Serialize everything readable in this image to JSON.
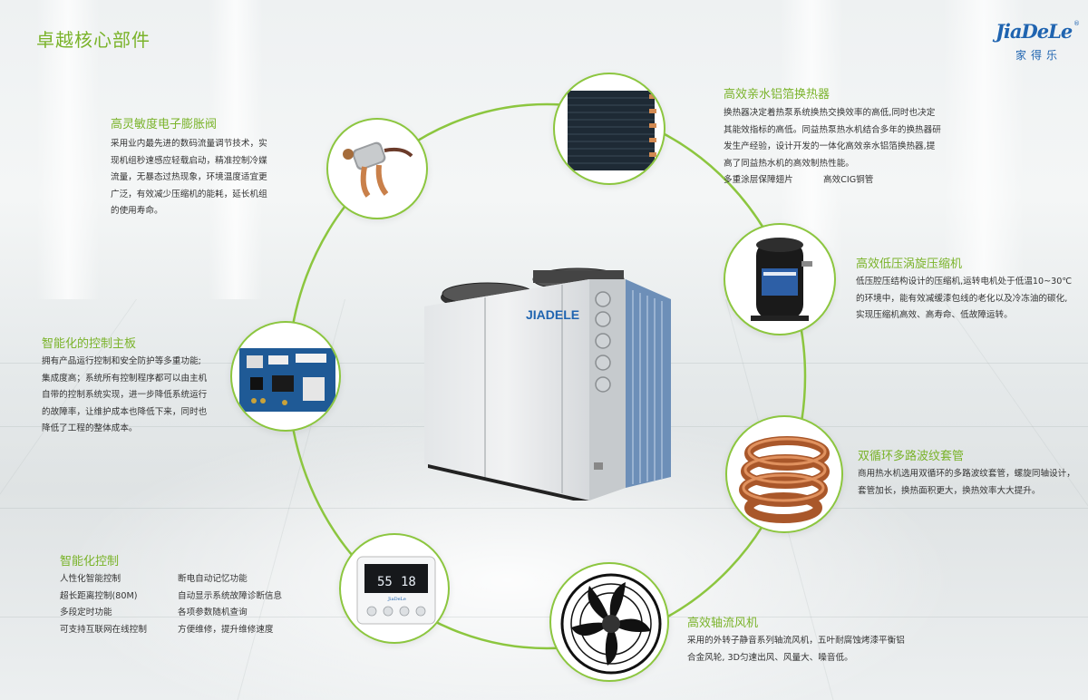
{
  "page": {
    "title": "卓越核心部件"
  },
  "brand": {
    "logo_text": "JiaDeLe",
    "logo_cn": "家得乐",
    "reg_mark": "®",
    "unit_label": "JIADELE",
    "accent_color": "#8cc63f",
    "title_color": "#7ab32a",
    "brand_color": "#1f64b0"
  },
  "sections": {
    "valve": {
      "title": "高灵敏度电子膨胀阀",
      "lines": [
        "采用业内最先进的数码流量调节技术，实",
        "现机组秒速感应轻载启动，精准控制冷媒",
        "流量，无暴态过热现象，环境温度适宜更",
        "广泛，有效减少压缩机的能耗，延长机组",
        "的使用寿命。"
      ],
      "icon": "expansion-valve"
    },
    "exchanger": {
      "title": "高效亲水铝箔换热器",
      "lines": [
        "换热器决定着热泵系统换热交换效率的高低,同时也决定",
        "其能效指标的高低。同益热泵热水机结合多年的换热器研",
        "发生产经验，设计开发的一体化高效亲水铝箔换热器,提",
        "高了同益热水机的高效制热性能。"
      ],
      "feature_a": "多重涂层保障翅片",
      "feature_b": "高效CIG铜管",
      "icon": "heat-exchanger"
    },
    "compressor": {
      "title": "高效低压涡旋压缩机",
      "lines": [
        "低压腔压结构设计的压缩机,运转电机处于低温10~30℃",
        "的环境中，能有效减缓漆包线的老化以及冷冻油的碳化,",
        "实现压缩机高效、高寿命、低故障运转。"
      ],
      "icon": "compressor"
    },
    "control_board": {
      "title": "智能化的控制主板",
      "lines": [
        "拥有产品运行控制和安全防护等多重功能;",
        "集成度高；系统所有控制程序都可以由主机",
        "自带的控制系统实现，进一步降低系统运行",
        "的故障率，让维护成本也降低下来，同时也",
        "降低了工程的整体成本。"
      ],
      "icon": "circuit-board"
    },
    "tube": {
      "title": "双循环多路波纹套管",
      "lines": [
        "商用热水机选用双循环的多路波纹套管，螺旋同轴设计，",
        "套管加长，换热面积更大，换热效率大大提升。"
      ],
      "icon": "corrugated-tube"
    },
    "smart": {
      "title": "智能化控制",
      "col1": [
        "人性化智能控制",
        "超长距离控制(80M)",
        "多段定时功能",
        "可支持互联网在线控制"
      ],
      "col2": [
        "断电自动记忆功能",
        "自动显示系统故障诊断信息",
        "各项参数随机查询",
        "方便维修，提升维修速度"
      ],
      "icon": "wired-controller",
      "display_left": "55",
      "display_right": "18",
      "controller_brand": "JiaDeLe"
    },
    "fan": {
      "title": "高效轴流风机",
      "lines": [
        "采用的外转子静音系列轴流风机，五叶耐腐蚀烤漆平衡铝",
        "合金风轮, 3D匀速出风、风量大、噪音低。"
      ],
      "icon": "axial-fan"
    }
  }
}
